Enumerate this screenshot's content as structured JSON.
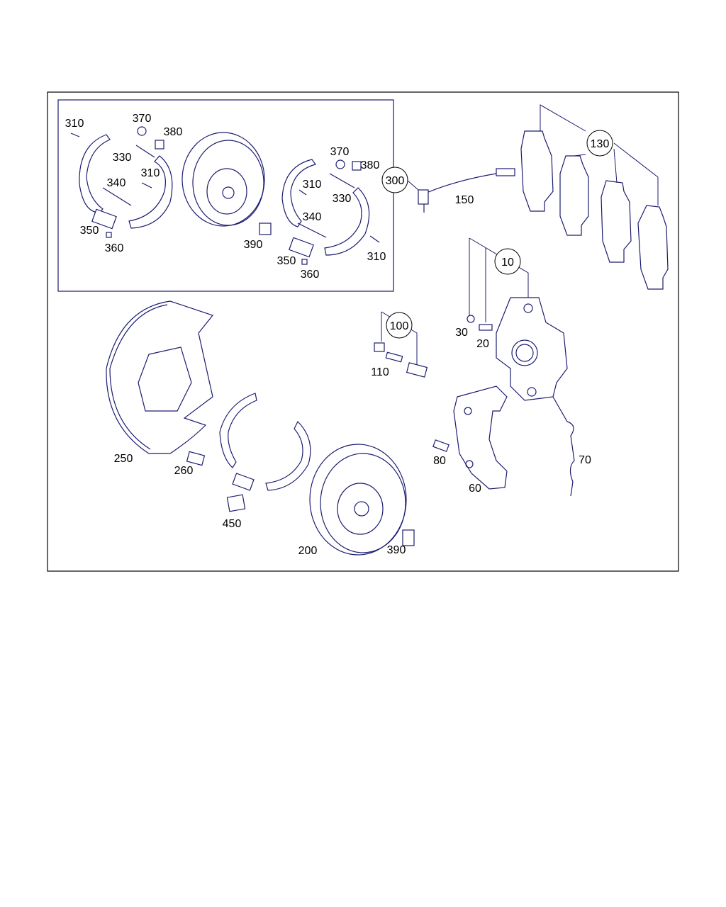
{
  "diagram": {
    "labels": [
      "310",
      "370",
      "380",
      "330",
      "310",
      "340",
      "350",
      "360",
      "390",
      "370",
      "380",
      "310",
      "330",
      "340",
      "350",
      "360",
      "310",
      "150",
      "30",
      "20",
      "110",
      "250",
      "260",
      "80",
      "70",
      "60",
      "450",
      "200",
      "390"
    ],
    "group_labels": [
      "300",
      "130",
      "10",
      "100"
    ],
    "colors": {
      "line": "#1c1c70",
      "text": "#000000"
    }
  }
}
